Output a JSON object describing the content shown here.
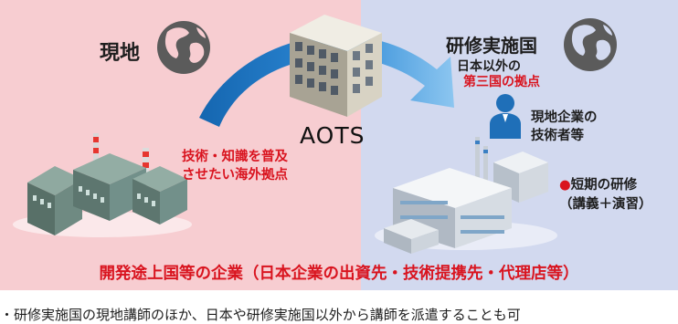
{
  "left": {
    "region": "現地",
    "note": [
      "技術・知識を普及",
      "させたい海外拠点"
    ]
  },
  "right": {
    "region": "研修実施国",
    "sub1": "日本以外の",
    "sub2": "第三国の拠点",
    "trainee": [
      "現地企業の",
      "技術者等"
    ],
    "training": {
      "bullet": "●",
      "line1": "短期の研修",
      "line2": "（講義＋演習）"
    }
  },
  "center": {
    "label": "AOTS"
  },
  "bottom_caption": "開発途上国等の企業（日本企業の出資先・技術提携先・代理店等）",
  "footnote": "・研修実施国の現地講師のほか、日本や研修実施国以外から講師を派遣することも可",
  "colors": {
    "left_bg": "#f7cdd1",
    "right_bg": "#d2d9ef",
    "accent_red": "#d9141f",
    "arrow_blue": "#1f7cc6"
  },
  "icons": [
    "globe-icon",
    "person-icon",
    "factory-illustration",
    "building-illustration",
    "training-center-illustration"
  ]
}
